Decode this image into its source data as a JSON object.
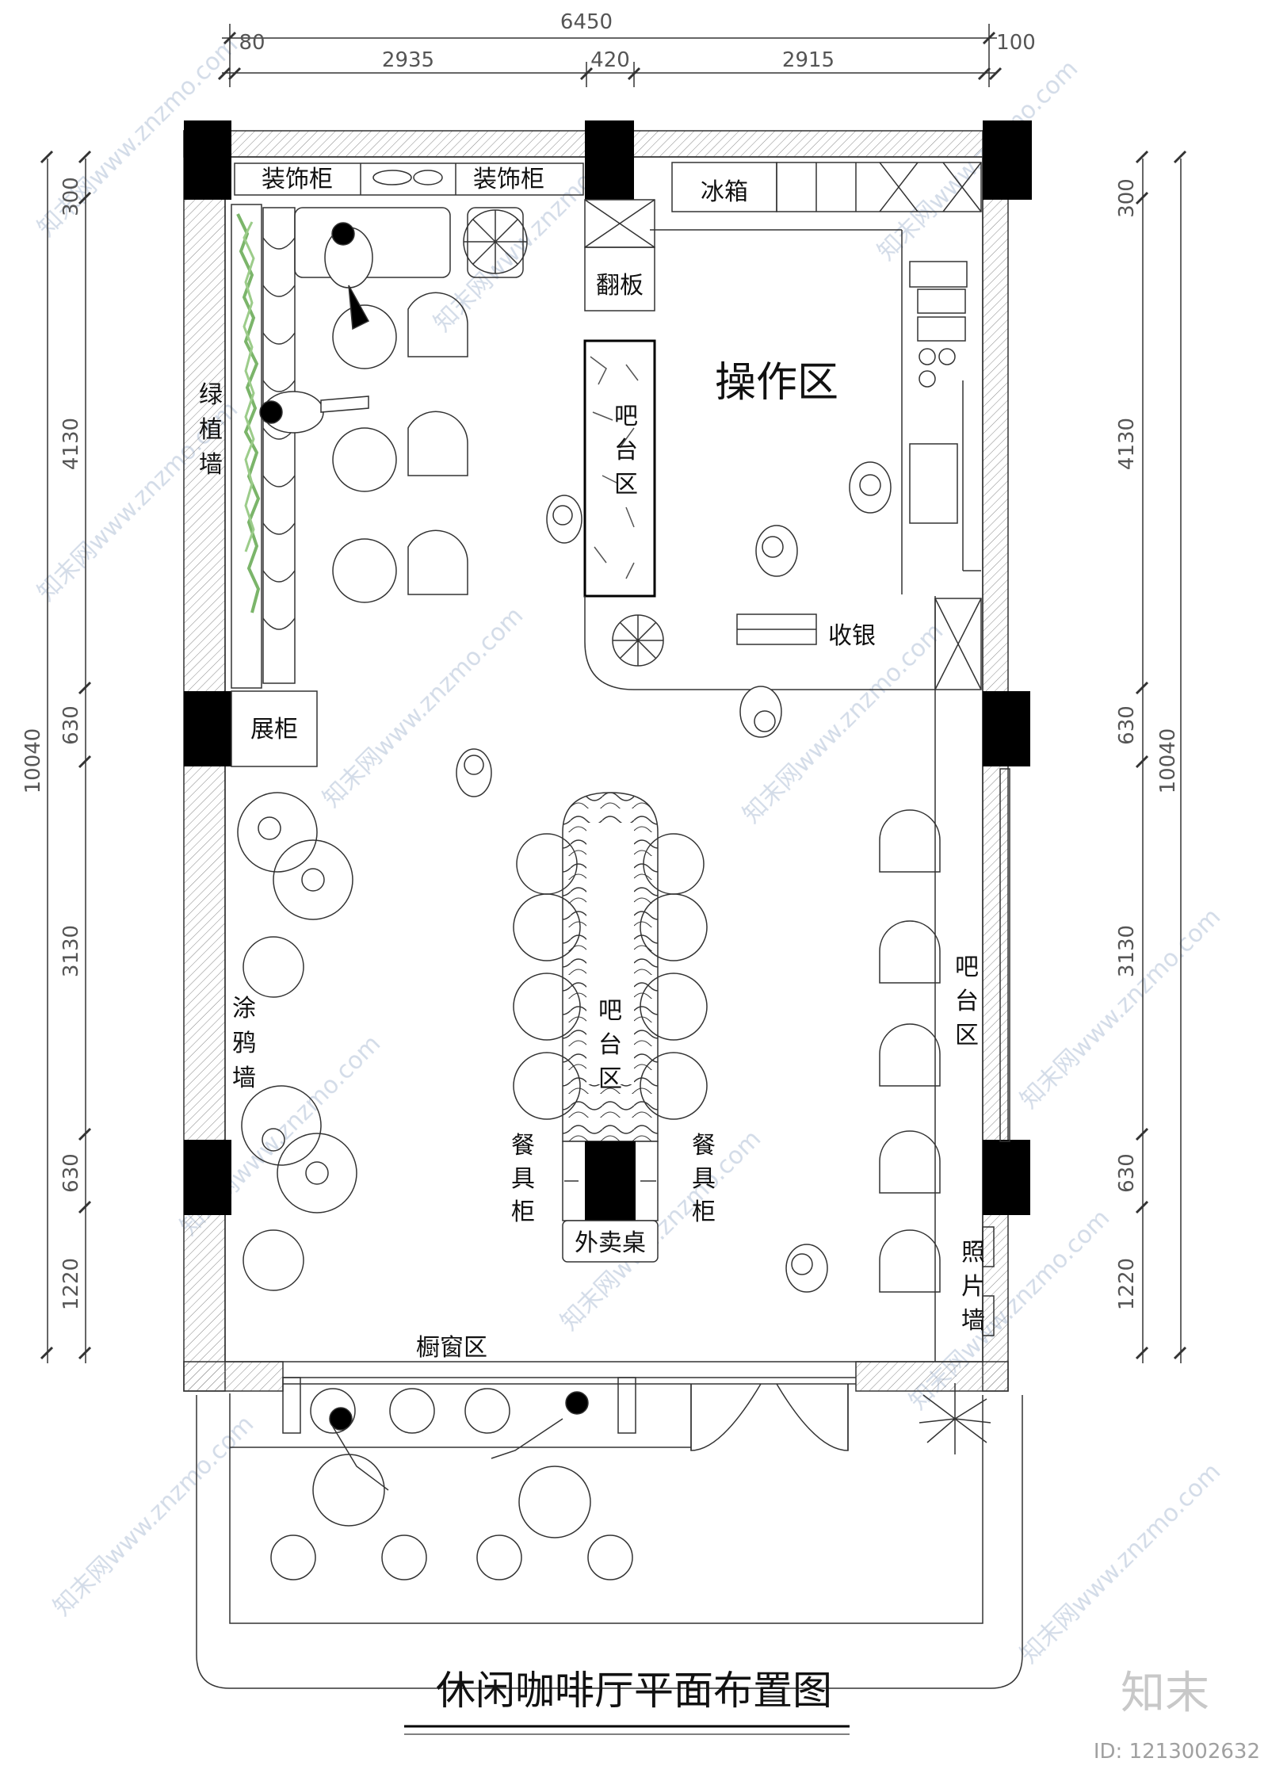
{
  "title": "休闲咖啡厅平面布置图",
  "brand": "知末",
  "id_text": "ID: 1213002632",
  "watermark": "知末网www.znzmo.com",
  "dimensions": {
    "top_total": "6450",
    "top_left_edge": "80",
    "top_right_edge": "100",
    "top_seg1": "2935",
    "top_seg2": "420",
    "top_seg3": "2915",
    "left_top": "300",
    "left_seg1": "4130",
    "left_seg2": "630",
    "left_seg3": "3130",
    "left_seg4": "630",
    "left_seg5": "1220",
    "left_total": "10040",
    "right_top": "300",
    "right_seg1": "4130",
    "right_seg2": "630",
    "right_seg3": "3130",
    "right_seg4": "630",
    "right_seg5": "1220",
    "right_total": "10040"
  },
  "labels": {
    "deco_cabinet_1": "装饰柜",
    "deco_cabinet_2": "装饰柜",
    "fridge": "冰箱",
    "flip_board": "翻板",
    "operation_area": "操作区",
    "bar_area_top_1": "吧",
    "bar_area_top_2": "台",
    "bar_area_top_3": "区",
    "green_wall_1": "绿",
    "green_wall_2": "植",
    "green_wall_3": "墙",
    "cashier": "收银",
    "display_cabinet": "展柜",
    "graffiti_wall_1": "涂",
    "graffiti_wall_2": "鸦",
    "graffiti_wall_3": "墙",
    "bar_area_center_1": "吧",
    "bar_area_center_2": "台",
    "bar_area_center_3": "区",
    "bar_area_right_1": "吧",
    "bar_area_right_2": "台",
    "bar_area_right_3": "区",
    "tableware_left_1": "餐",
    "tableware_left_2": "具",
    "tableware_left_3": "柜",
    "tableware_right_1": "餐",
    "tableware_right_2": "具",
    "tableware_right_3": "柜",
    "takeaway_table": "外卖桌",
    "photo_wall_1": "照",
    "photo_wall_2": "片",
    "photo_wall_3": "墙",
    "window_area": "橱窗区"
  }
}
